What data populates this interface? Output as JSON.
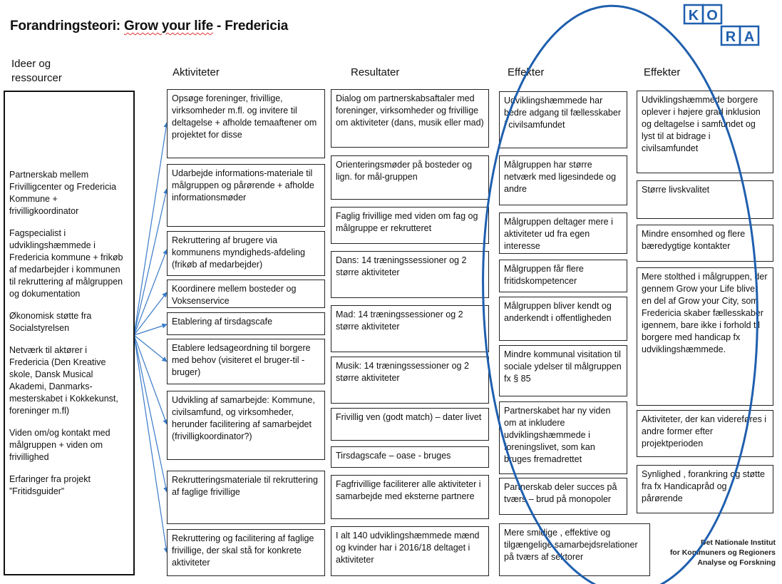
{
  "title": {
    "prefix": "Forandringsteori: ",
    "highlight": "Grow your life",
    "suffix": "  - Fredericia"
  },
  "logo": {
    "letters": [
      "K",
      "O",
      "R",
      "A"
    ]
  },
  "institute": {
    "line1": "Det Nationale Institut",
    "line2": "for Kommuners og Regioners",
    "line3": "Analyse og Forskning"
  },
  "columns": {
    "ideas": "Ideer og ressourcer",
    "activities": "Aktiviteter",
    "results": "Resultater",
    "effects1": "Effekter",
    "effects2": "Effekter"
  },
  "ideas": [
    "Partnerskab mellem Frivilligcenter og Fredericia Kommune + frivilligkoordinator",
    "Fagspecialist i udviklingshæmmede i Fredericia kommune + frikøb af medarbejder i kommunen til rekruttering af målgruppen og dokumentation",
    "Økonomisk støtte fra Socialstyrelsen",
    "Netværk til aktører i Fredericia (Den Kreative skole, Dansk Musical Akademi, Danmarks-mesterskabet i Kokkekunst, foreninger m.fl)",
    "Viden om/og kontakt med målgruppen + viden om frivillighed",
    "Erfaringer fra projekt ”Fritidsguider”"
  ],
  "activities": [
    "Opsøge foreninger, frivillige, virksomheder m.fl. og invitere til deltagelse + afholde temaaftener om projektet for disse",
    "Udarbejde informations-materiale til målgruppen og pårørende + afholde informationsmøder",
    "Rekruttering af brugere via kommunens myndigheds-afdeling (frikøb af medarbejder)",
    "Koordinere mellem bosteder og Voksenservice",
    "Etablering af tirsdagscafe",
    "Etablere ledsageordning til borgere med behov (visiteret el bruger-til -bruger)",
    "Udvikling af samarbejde: Kommune, civilsamfund, og virksomheder, herunder facilitering af samarbejdet (frivilligkoordinator?)",
    "Rekrutteringsmateriale til rekruttering af faglige frivillige",
    "Rekruttering og facilitering af faglige frivillige, der skal stå for konkrete aktiviteter"
  ],
  "results": [
    "Dialog om partnerskabsaftaler med foreninger, virksomheder og frivillige om aktiviteter (dans, musik eller mad)",
    "Orienteringsmøder på bosteder og lign. for mål-gruppen",
    "Faglig frivillige med viden om fag og målgruppe er rekrutteret",
    "Dans: 14 træningssessioner og 2 større aktiviteter",
    "Mad: 14 træningssessioner og 2 større aktiviteter",
    "Musik: 14 træningssessioner og 2 større aktiviteter",
    "Frivillig ven (godt match) – dater livet",
    "Tirsdagscafe – oase - bruges",
    "Fagfrivillige faciliterer alle aktiviteter i samarbejde med eksterne partnere",
    "I alt 140 udviklingshæmmede mænd og kvinder har i 2016/18 deltaget i aktiviteter"
  ],
  "effects1": [
    "Udviklingshæmmede har bedre adgang til fællesskaber i civilsamfundet",
    "Målgruppen har større netværk med ligesindede og andre",
    "Målgruppen deltager mere i aktiviteter ud fra egen interesse",
    "Målgruppen får flere fritidskompetencer",
    "Målgruppen bliver kendt og anderkendt i offentligheden",
    "Mindre kommunal visitation til sociale ydelser til målgruppen fx § 85",
    "Partnerskabet har ny viden om at inkludere udviklingshæmmede i foreningslivet, som kan bruges fremadrettet",
    "Partnerskab deler succes på tværs – brud på monopoler",
    "Mere smidige , effektive og tilgængelige samarbejdsrelationer på tværs af sektorer"
  ],
  "effects2": [
    "Udviklingshæmmede borgere oplever i højere grad inklusion og deltagelse i samfundet og lyst til at bidrage i civilsamfundet",
    "Større livskvalitet",
    "Mindre ensomhed og flere bæredygtige kontakter",
    "Mere stolthed i målgruppen, der gennem Grow your Life bliver en del af Grow your City, som Fredericia skaber fællesskaber igennem, bare ikke i forhold til borgere med handicap fx udviklingshæmmede.",
    "Aktiviteter, der kan videreføres i andre former efter projektperioden",
    "Synlighed , forankring og støtte fra fx Handicapråd og pårørende"
  ],
  "colors": {
    "arrow": "#3a7bc8",
    "ellipse": "#1f5fae",
    "logo": "#1f5fae"
  }
}
